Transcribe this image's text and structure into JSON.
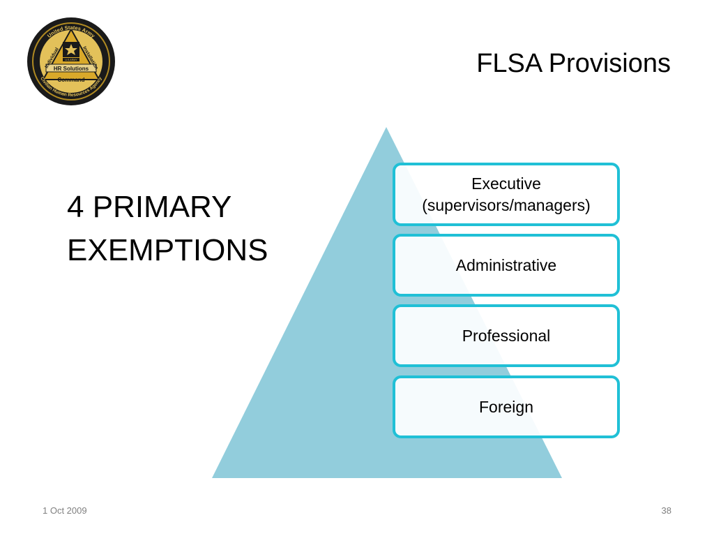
{
  "slide": {
    "title": "FLSA Provisions",
    "heading": [
      "4 PRIMARY",
      "EXEMPTIONS"
    ],
    "exemptions": [
      {
        "lines": [
          "Executive",
          "(supervisors/managers)"
        ]
      },
      {
        "lines": [
          "Administrative"
        ]
      },
      {
        "lines": [
          "Professional"
        ]
      },
      {
        "lines": [
          "Foreign"
        ]
      }
    ],
    "footer": {
      "date": "1 Oct 2009",
      "page_number": "38"
    }
  },
  "logo": {
    "icon": "hr-solutions-command-seal-icon",
    "ring_top_text": "United States Army",
    "ring_bottom_text": "Civilian Human Resources Agency",
    "left_text": "Individual",
    "right_text": "Installation",
    "center_text": "HR Solutions",
    "lower_text": "Command",
    "army_label": "U.S.ARMY"
  },
  "colors": {
    "pyramid_fill": "#92cddc",
    "box_border": "#20c0d6",
    "footer_text": "#7f7f7f",
    "seal_gold": "#d4a72c",
    "seal_dark": "#1a1a1a"
  }
}
